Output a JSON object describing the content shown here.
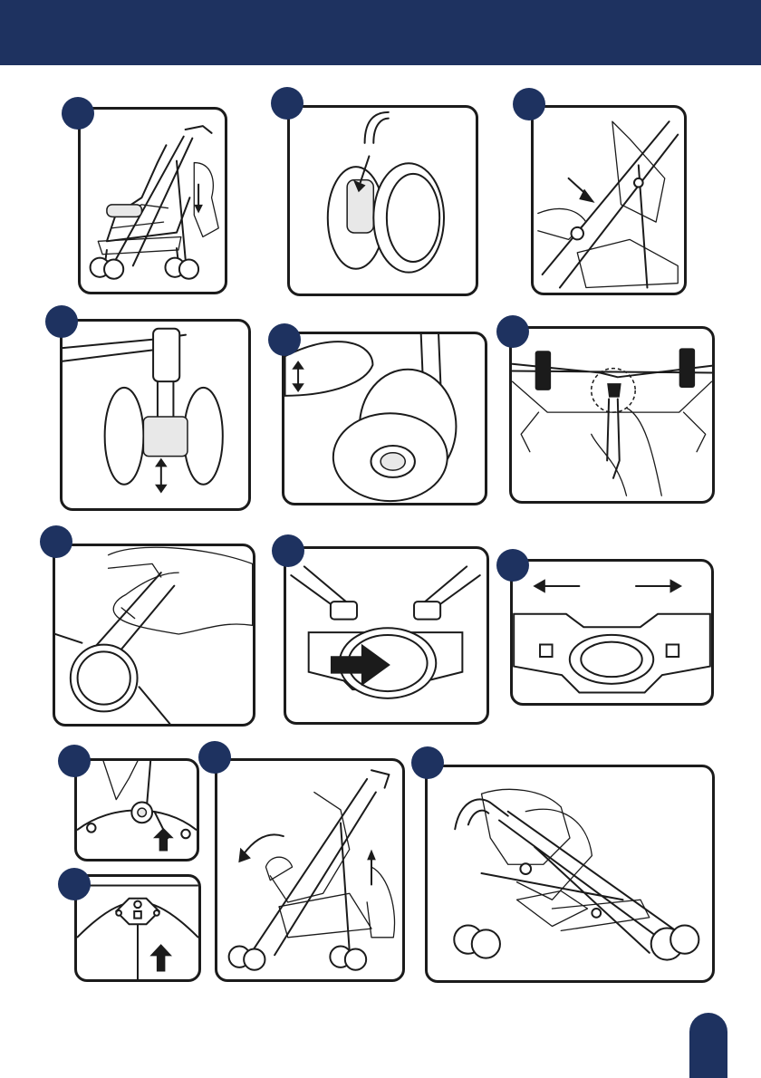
{
  "colors": {
    "brand": "#1e3260",
    "line": "#1b1b1b",
    "background": "#ffffff"
  },
  "steps": [
    {
      "id": "step-1",
      "description": "stroller-unfold-with-foot-arrow"
    },
    {
      "id": "step-2",
      "description": "rear-wheel-brake-pedal"
    },
    {
      "id": "step-3",
      "description": "seat-frame-lock-arrow"
    },
    {
      "id": "step-4",
      "description": "front-swivel-wheel-lock"
    },
    {
      "id": "step-5",
      "description": "wheel-height-adjust"
    },
    {
      "id": "step-6",
      "description": "canopy-strap-release"
    },
    {
      "id": "step-7",
      "description": "hand-press-wheel-hub"
    },
    {
      "id": "step-8",
      "description": "buckle-insert-arrow"
    },
    {
      "id": "step-9",
      "description": "buckle-release-arrows"
    },
    {
      "id": "step-10",
      "description": "hinge-lock-push-up"
    },
    {
      "id": "step-11",
      "description": "folding-stroller-rotate"
    },
    {
      "id": "step-12",
      "description": "center-latch-push-up"
    },
    {
      "id": "step-13",
      "description": "folded-stroller"
    }
  ]
}
